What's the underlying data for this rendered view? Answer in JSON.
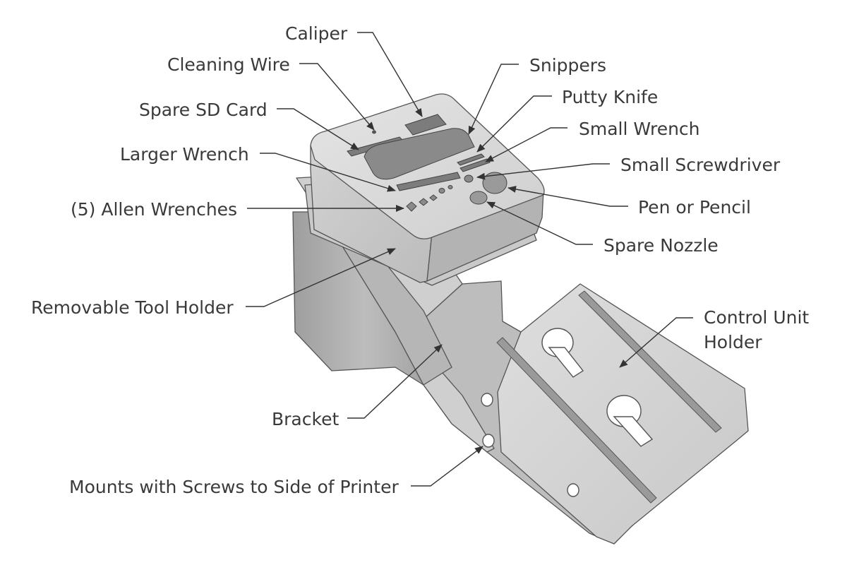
{
  "diagram": {
    "labels": {
      "caliper": "Caliper",
      "cleaning_wire": "Cleaning Wire",
      "spare_sd_card": "Spare SD Card",
      "larger_wrench": "Larger Wrench",
      "allen_wrenches": "(5) Allen Wrenches",
      "removable_tool_holder": "Removable Tool Holder",
      "bracket": "Bracket",
      "mounts": "Mounts with Screws to Side of Printer",
      "snippers": "Snippers",
      "putty_knife": "Putty Knife",
      "small_wrench": "Small Wrench",
      "small_screwdriver": "Small Screwdriver",
      "pen_or_pencil": "Pen or Pencil",
      "spare_nozzle": "Spare Nozzle",
      "control_unit_line1": "Control Unit",
      "control_unit_line2": "Holder"
    },
    "colors": {
      "line": "#333333",
      "text": "#3a3a3a",
      "part_light": "#d9d9d9",
      "part_mid": "#c4c4c4",
      "part_dark": "#a9a9a9",
      "cavity": "#7c7c7c"
    }
  }
}
